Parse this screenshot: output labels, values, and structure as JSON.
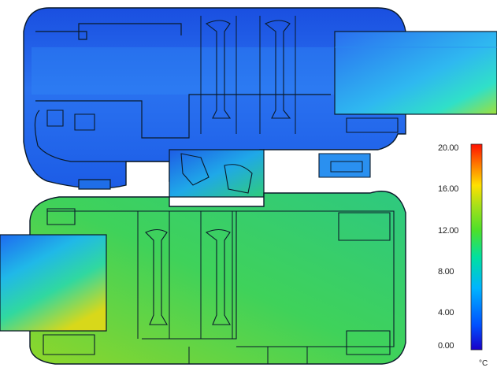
{
  "legend": {
    "ticks": [
      "20.00",
      "16.00",
      "12.00",
      "8.00",
      "4.00",
      "0.00"
    ],
    "unit": "°C",
    "min": 0,
    "max": 20,
    "colors": [
      "#1a00c8",
      "#0050ff",
      "#00b4ff",
      "#00e0a0",
      "#4ce02a",
      "#a6e01a",
      "#ffe000",
      "#ff7a00",
      "#ff1000"
    ]
  },
  "regions": {
    "exterior_sash_color": "#1f64e6",
    "interior_sash_color": "#3ed24a",
    "outline_color": "#0a1a2a"
  }
}
